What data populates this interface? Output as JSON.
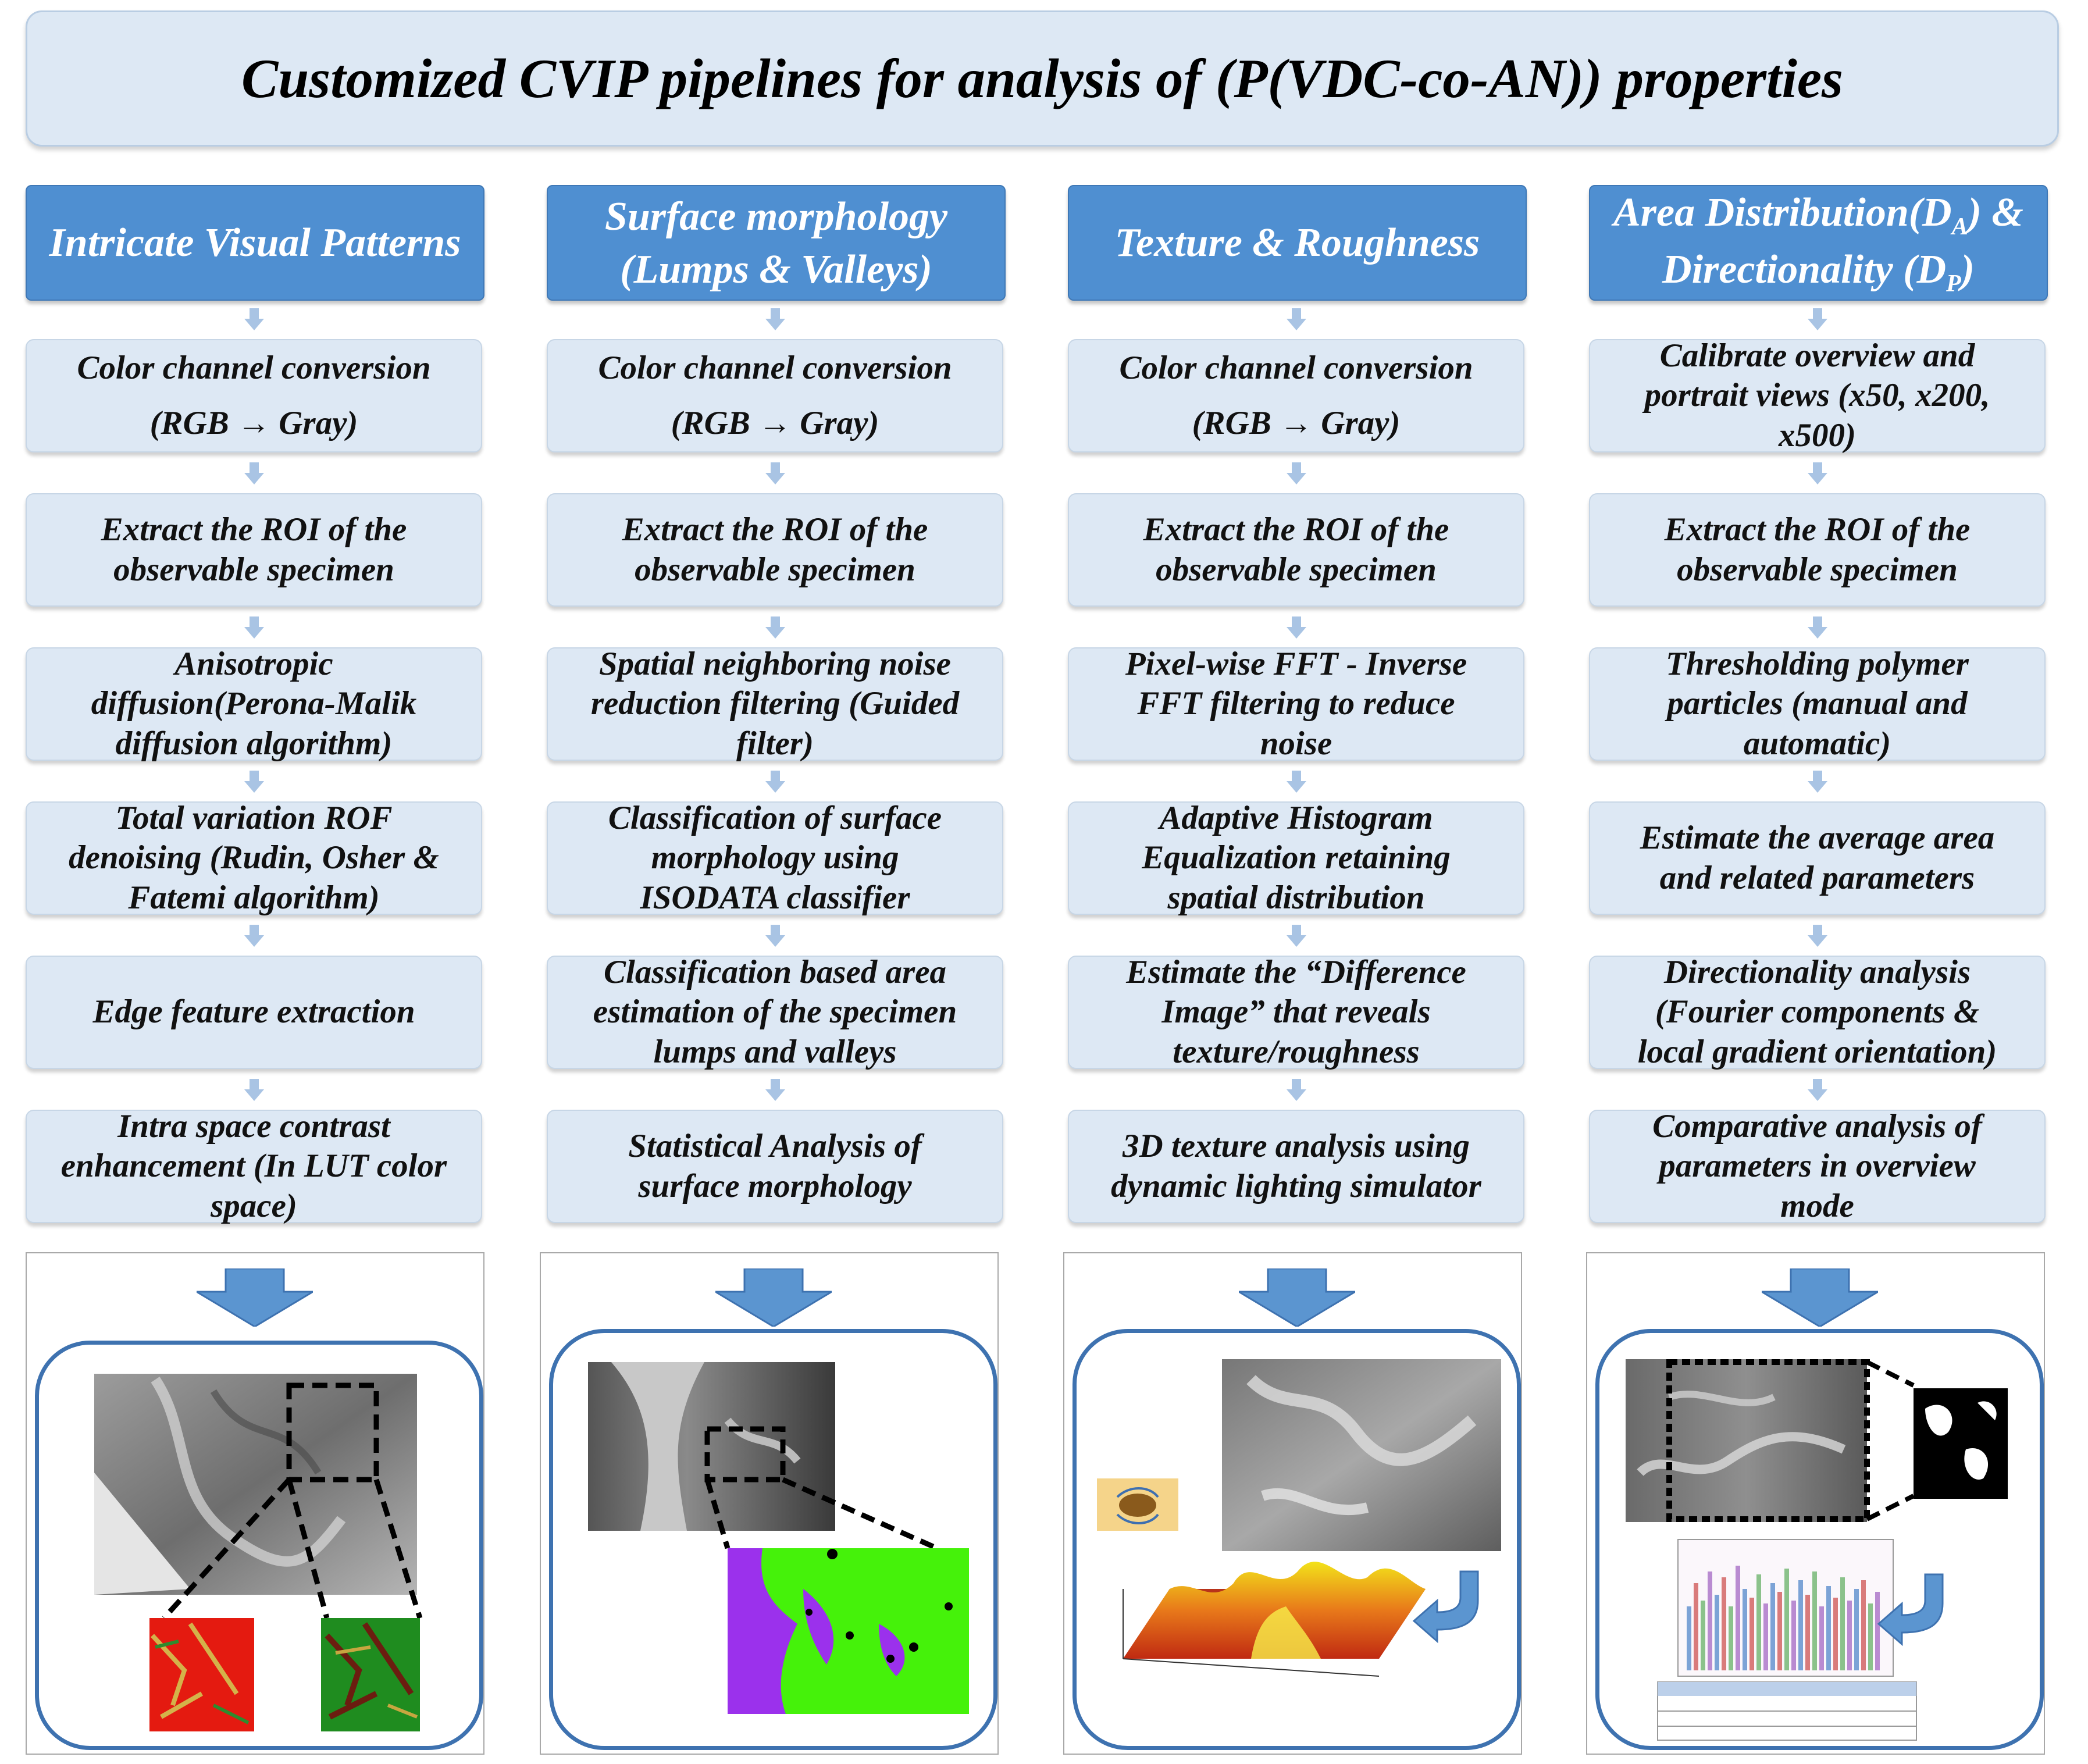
{
  "title": "Customized CVIP pipelines for analysis of (P(VDC-co-AN)) properties",
  "columns": [
    {
      "header": [
        "Intricate Visual Patterns"
      ],
      "steps": [
        [
          "Color channel conversion",
          "(RGB → Gray)"
        ],
        [
          "Extract the ROI of the",
          "observable specimen"
        ],
        [
          "Anisotropic",
          "diffusion(Perona-Malik",
          "diffusion algorithm)"
        ],
        [
          "Total variation ROF",
          "denoising (Rudin, Osher &",
          "Fatemi algorithm)"
        ],
        [
          "Edge feature extraction"
        ],
        [
          "Intra space contrast",
          "enhancement (In LUT color",
          "space)"
        ]
      ]
    },
    {
      "header": [
        "Surface morphology",
        "(Lumps & Valleys)"
      ],
      "steps": [
        [
          "Color channel conversion",
          "(RGB → Gray)"
        ],
        [
          "Extract the ROI of the",
          "observable specimen"
        ],
        [
          "Spatial neighboring noise",
          "reduction filtering (Guided",
          "filter)"
        ],
        [
          "Classification of surface",
          "morphology using",
          "ISODATA classifier"
        ],
        [
          "Classification based area",
          "estimation of the specimen",
          "lumps and valleys"
        ],
        [
          "Statistical Analysis of",
          "surface morphology"
        ]
      ]
    },
    {
      "header": [
        "Texture & Roughness"
      ],
      "steps": [
        [
          "Color channel conversion",
          "(RGB → Gray)"
        ],
        [
          "Extract the ROI of the",
          "observable specimen"
        ],
        [
          "Pixel-wise FFT - Inverse",
          "FFT filtering to reduce",
          "noise"
        ],
        [
          "Adaptive Histogram",
          "Equalization retaining",
          "spatial distribution"
        ],
        [
          "Estimate the “Difference",
          "Image” that reveals",
          "texture/roughness"
        ],
        [
          "3D texture analysis using",
          "dynamic lighting simulator"
        ]
      ]
    },
    {
      "header": [
        "Area Distribution(DA) &",
        "Directionality (DP)"
      ],
      "steps": [
        [
          "Calibrate overview and",
          "portrait views (x50, x200,",
          "x500)"
        ],
        [
          "Extract the ROI of the",
          "observable specimen"
        ],
        [
          "Thresholding polymer",
          "particles (manual and",
          "automatic)"
        ],
        [
          "Estimate the average area",
          "and related parameters"
        ],
        [
          "Directionality analysis",
          "(Fourier components &",
          "local gradient orientation)"
        ],
        [
          "Comparative analysis of",
          "parameters in overview",
          "mode"
        ]
      ]
    }
  ],
  "colors": {
    "header_fill": "#4f8fd1",
    "step_fill": "#dde8f4",
    "arrow": "#5b95d0",
    "frame": "#3e72b0"
  }
}
